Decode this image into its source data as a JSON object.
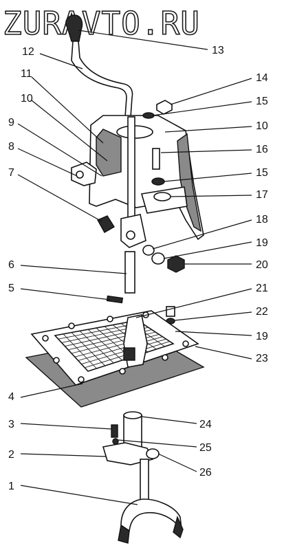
{
  "watermark": "ZURAVTO.RU",
  "callouts": [
    {
      "id": "c1",
      "label": "1"
    },
    {
      "id": "c2",
      "label": "2"
    },
    {
      "id": "c3",
      "label": "3"
    },
    {
      "id": "c4",
      "label": "4"
    },
    {
      "id": "c5",
      "label": "5"
    },
    {
      "id": "c6",
      "label": "6"
    },
    {
      "id": "c7",
      "label": "7"
    },
    {
      "id": "c8",
      "label": "8"
    },
    {
      "id": "c9",
      "label": "9"
    },
    {
      "id": "c10a",
      "label": "10"
    },
    {
      "id": "c11",
      "label": "11"
    },
    {
      "id": "c12",
      "label": "12"
    },
    {
      "id": "c13",
      "label": "13"
    },
    {
      "id": "c14",
      "label": "14"
    },
    {
      "id": "c15a",
      "label": "15"
    },
    {
      "id": "c10b",
      "label": "10"
    },
    {
      "id": "c16",
      "label": "16"
    },
    {
      "id": "c15b",
      "label": "15"
    },
    {
      "id": "c17",
      "label": "17"
    },
    {
      "id": "c18",
      "label": "18"
    },
    {
      "id": "c19a",
      "label": "19"
    },
    {
      "id": "c20",
      "label": "20"
    },
    {
      "id": "c21",
      "label": "21"
    },
    {
      "id": "c22",
      "label": "22"
    },
    {
      "id": "c19b",
      "label": "19"
    },
    {
      "id": "c23",
      "label": "23"
    },
    {
      "id": "c24",
      "label": "24"
    },
    {
      "id": "c25",
      "label": "25"
    },
    {
      "id": "c26",
      "label": "26"
    }
  ]
}
